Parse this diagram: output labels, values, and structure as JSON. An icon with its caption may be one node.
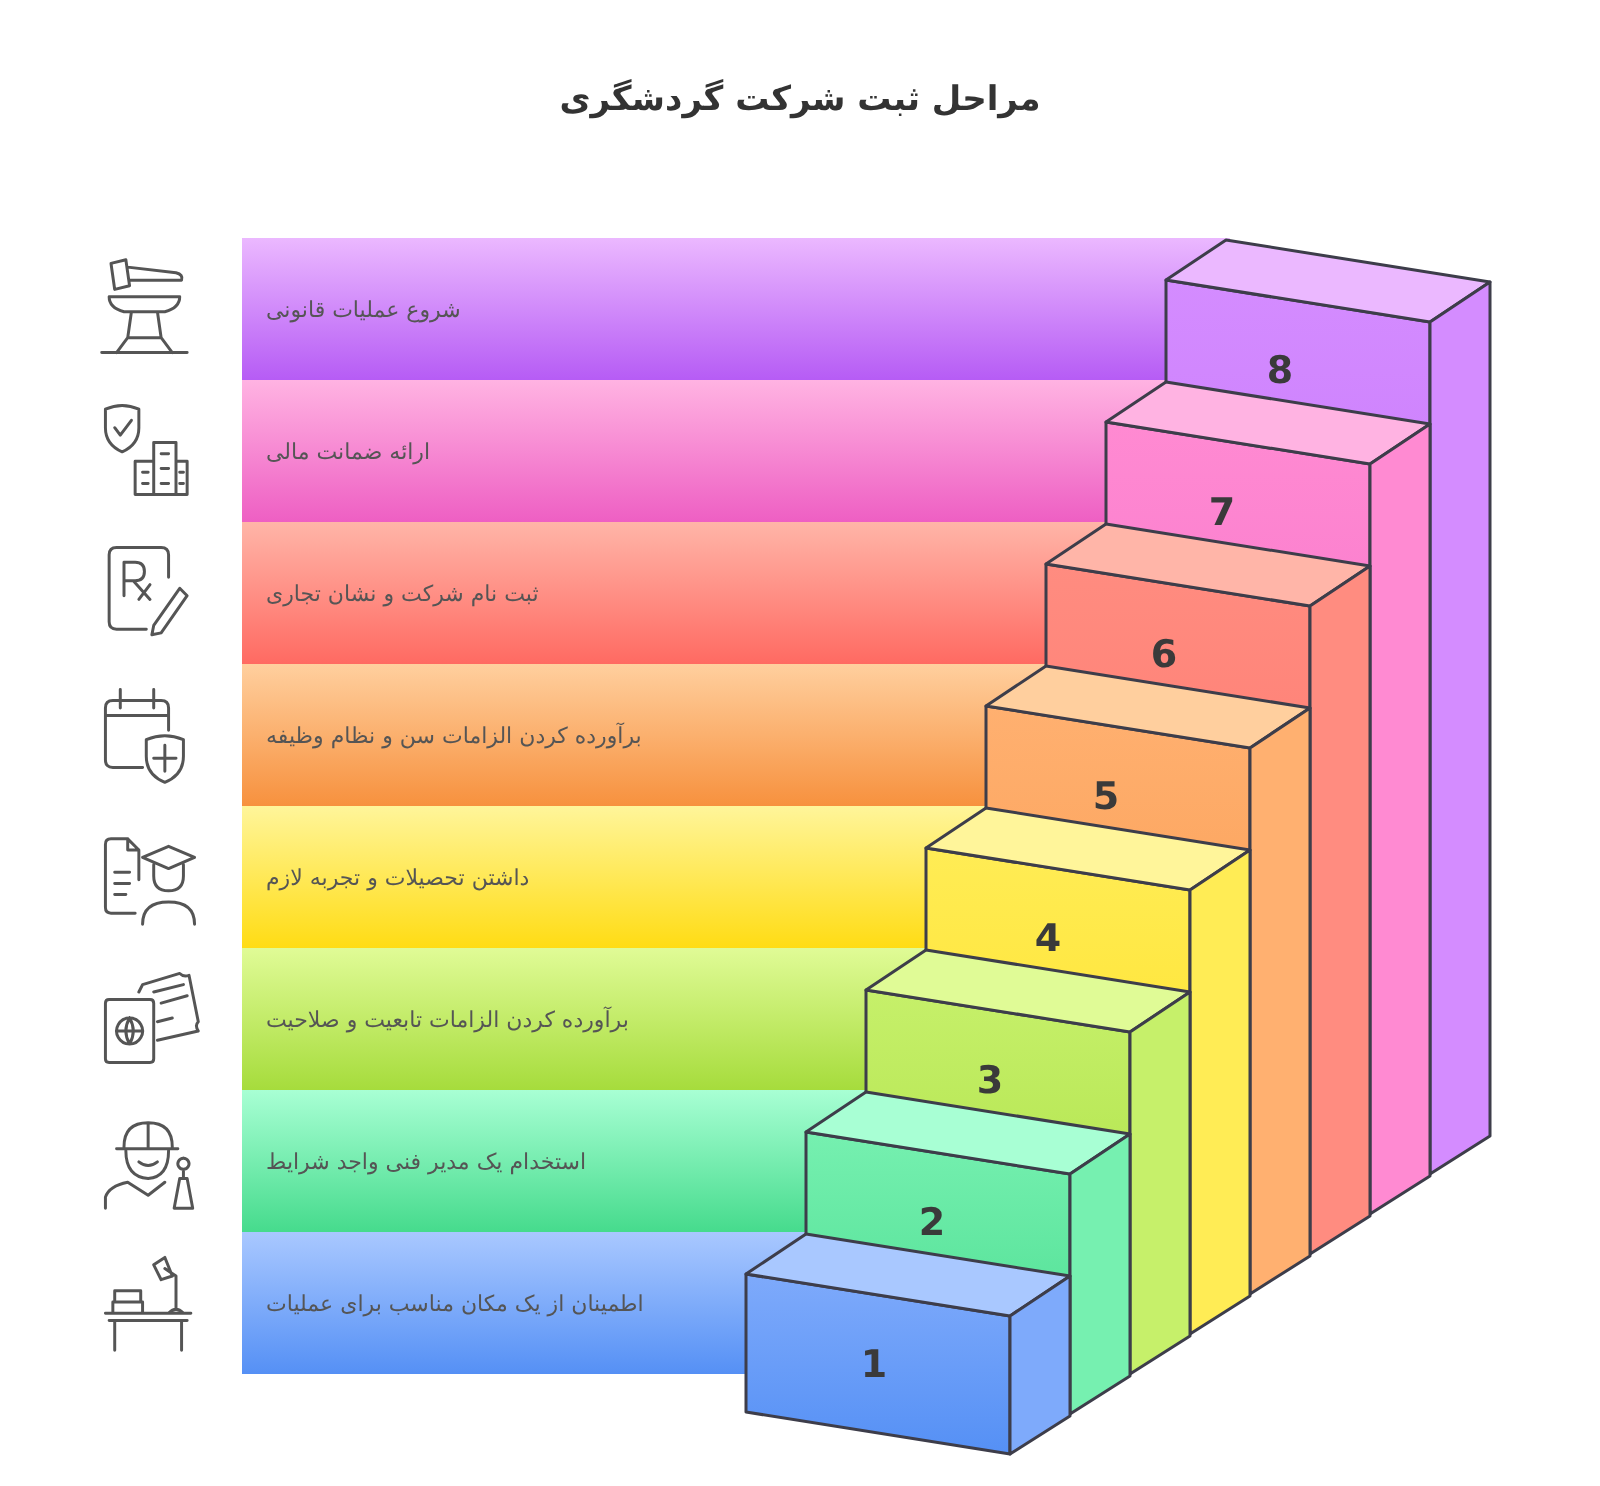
{
  "diagram": {
    "title": "مراحل ثبت شرکت گردشگری",
    "nodes": [
      {
        "text": [
          "شروع عملیات قانونی"
        ]
      },
      {
        "text": [
          "8"
        ]
      },
      {
        "text": [
          "ارائه ضمانت مالی"
        ]
      },
      {
        "text": [
          "7"
        ]
      },
      {
        "text": [
          "ثبت نام شرکت و نشان تجاری"
        ]
      },
      {
        "text": [
          "6"
        ]
      },
      {
        "text": [
          "برآورده کردن الزامات سن و نظام وظیفه"
        ]
      },
      {
        "text": [
          "5"
        ]
      },
      {
        "text": [
          "داشتن تحصیلات و تجربه لازم"
        ]
      },
      {
        "text": [
          "4"
        ]
      },
      {
        "text": [
          "برآورده کردن الزامات تابعیت و صلاحیت"
        ]
      },
      {
        "text": [
          "3"
        ]
      },
      {
        "text": [
          "استخدام یک مدیر فنی واجد شرایط"
        ]
      },
      {
        "text": [
          "2"
        ]
      },
      {
        "text": [
          "اطمینان از یک مکان مناسب برای عملیات"
        ]
      },
      {
        "text": [
          "1"
        ]
      }
    ]
  }
}
